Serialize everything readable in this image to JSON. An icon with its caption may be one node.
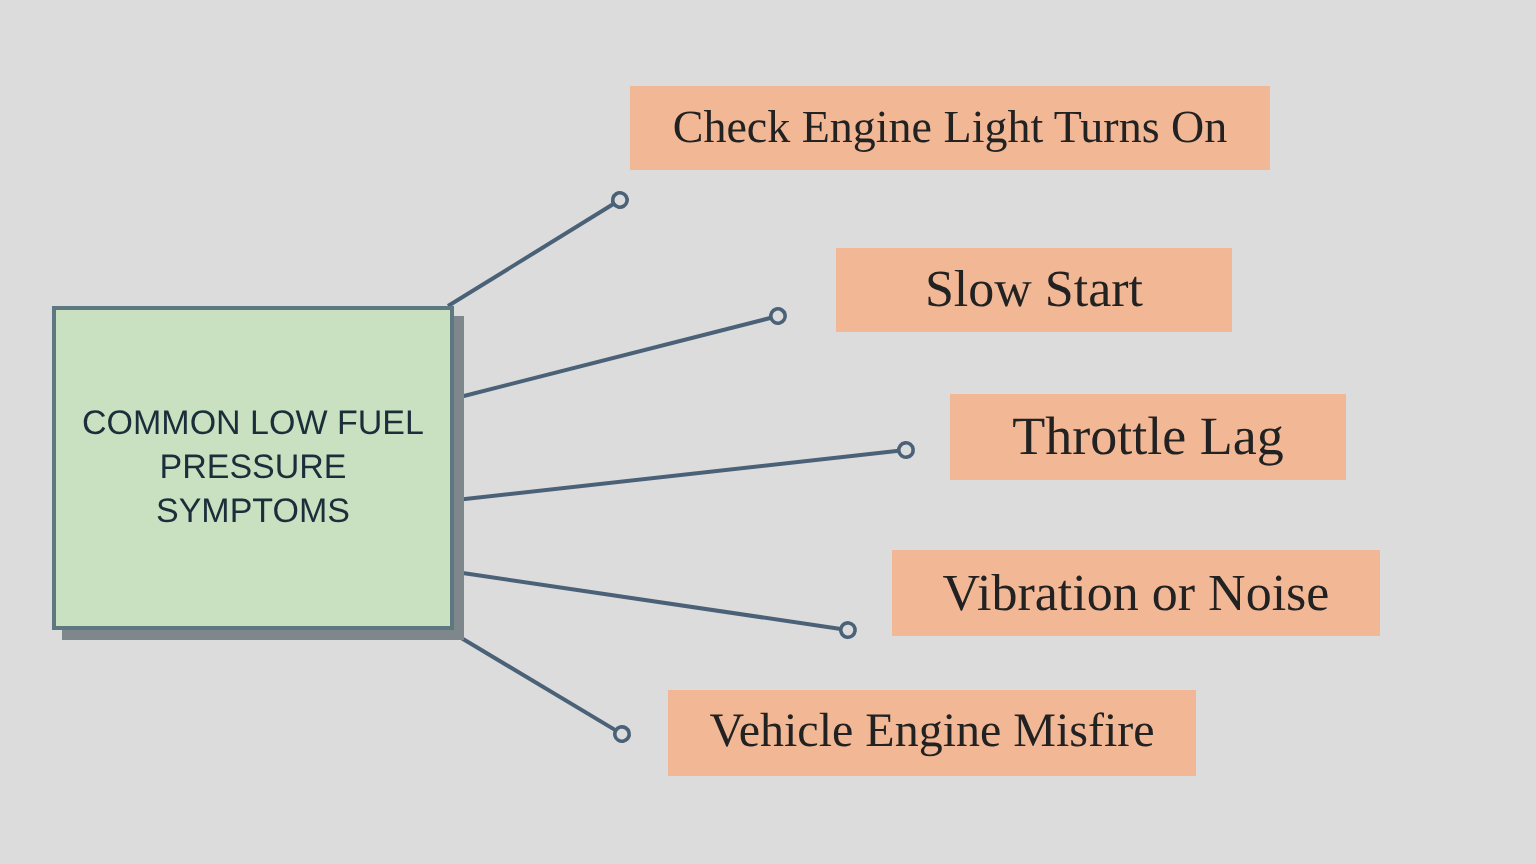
{
  "diagram": {
    "nodes": [
      {
        "text": [
          "COMMON LOW FUEL PRESSURE SYMPTOMS"
        ]
      },
      {
        "text": [
          "Check Engine Light Turns On"
        ]
      },
      {
        "text": [
          "Slow Start"
        ]
      },
      {
        "text": [
          "Throttle Lag"
        ]
      },
      {
        "text": [
          "Vibration or Noise"
        ]
      },
      {
        "text": [
          "Vehicle Engine Misfire"
        ]
      }
    ],
    "edges": [
      {
        "from": 0,
        "to": 1,
        "arrow": "other"
      },
      {
        "from": 0,
        "to": 2,
        "arrow": "other"
      },
      {
        "from": 0,
        "to": 3,
        "arrow": "other"
      },
      {
        "from": 0,
        "to": 4,
        "arrow": "other"
      },
      {
        "from": 0,
        "to": 5,
        "arrow": "other"
      }
    ]
  }
}
